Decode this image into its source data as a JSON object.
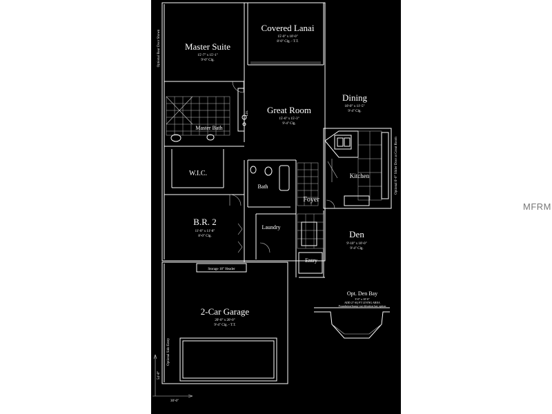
{
  "rooms": {
    "covered_lanai": {
      "name": "Covered Lanai",
      "dims": "15'-0\" x 10'-0\"",
      "clg": "8'-0\" Clg. - T.T."
    },
    "master_suite": {
      "name": "Master Suite",
      "dims": "15'-7\" x 15'-1\"",
      "clg": "9'-0\" Clg."
    },
    "great_room": {
      "name": "Great Room",
      "dims": "15'-6\" x 15'-3\"",
      "clg": "9'-4\" Clg."
    },
    "dining": {
      "name": "Dining",
      "dims": "10'-0\" x 11'-5\"",
      "clg": "9'-4\" Clg."
    },
    "master_bath": {
      "name": "Master Bath"
    },
    "wic": {
      "name": "W.I.C."
    },
    "bath": {
      "name": "Bath"
    },
    "kitchen": {
      "name": "Kitchen"
    },
    "foyer": {
      "name": "Foyer"
    },
    "br2": {
      "name": "B.R. 2",
      "dims": "11'-0\" x 11'-8\"",
      "clg": "8'-0\" Clg."
    },
    "laundry": {
      "name": "Laundry"
    },
    "den": {
      "name": "Den",
      "dims": "9'-10\" x 10'-0\"",
      "clg": "9'-4\" Clg."
    },
    "entry": {
      "name": "Entry"
    },
    "garage": {
      "name": "2-Car Garage",
      "dims": "20'-0\" x 20'-0\"",
      "clg": "9'-4\" Clg. - T.T."
    },
    "opt_den_bay": {
      "name": "Opt. Den Bay",
      "note_1": "3'-0\" x 10'-0\"",
      "note_2": "ADD 27 SQ FT LIVING AREA",
      "note_3": "Foundation-bump-out elevation bay option"
    }
  },
  "labels": {
    "storage": "Storage 18\" Header",
    "linen": "Lin.",
    "side_left": "Optional Rear Door Shown",
    "side_right": "Optional 6'-0\" Slider Door at Great Room",
    "garage_side": "Optional Side Entry",
    "dim_vertical": "54'-8\"",
    "dim_horizontal": "30'-0\""
  },
  "watermark": "MFRMLS"
}
